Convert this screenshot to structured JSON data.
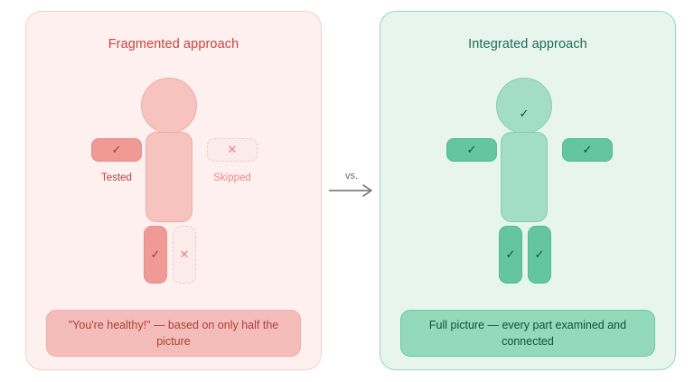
{
  "panels": [
    {
      "id": "fragmented",
      "title": "Fragmented approach",
      "accent": "#c5443f",
      "background": "#fdf0ef",
      "border": "#f6cfcb",
      "figure": {
        "head": {
          "mark": ""
        },
        "torso": {
          "mark": ""
        },
        "arms": [
          {
            "side": "left",
            "mark": "✓",
            "state": "tested",
            "label": "Tested"
          },
          {
            "side": "right",
            "mark": "✕",
            "state": "skipped",
            "label": "Skipped"
          }
        ],
        "legs": [
          {
            "side": "left",
            "mark": "✓",
            "state": "tested"
          },
          {
            "side": "right",
            "mark": "✕",
            "state": "skipped"
          }
        ]
      },
      "caption": "\"You're healthy!\" — based on only half the picture"
    },
    {
      "id": "integrated",
      "title": "Integrated approach",
      "accent": "#1d6b55",
      "background": "#e8f5ef",
      "border": "#96d6bd",
      "figure": {
        "head": {
          "mark": "✓"
        },
        "torso": {
          "mark": ""
        },
        "arms": [
          {
            "side": "left",
            "mark": "✓",
            "state": "checked"
          },
          {
            "side": "right",
            "mark": "✓",
            "state": "checked"
          }
        ],
        "legs": [
          {
            "side": "left",
            "mark": "✓",
            "state": "checked"
          },
          {
            "side": "right",
            "mark": "✓",
            "state": "checked"
          }
        ]
      },
      "caption": "Full picture — every part examined and connected"
    }
  ],
  "connector": {
    "label": "vs.",
    "icon": "arrow-right-icon",
    "color": "#6b6b6b"
  }
}
